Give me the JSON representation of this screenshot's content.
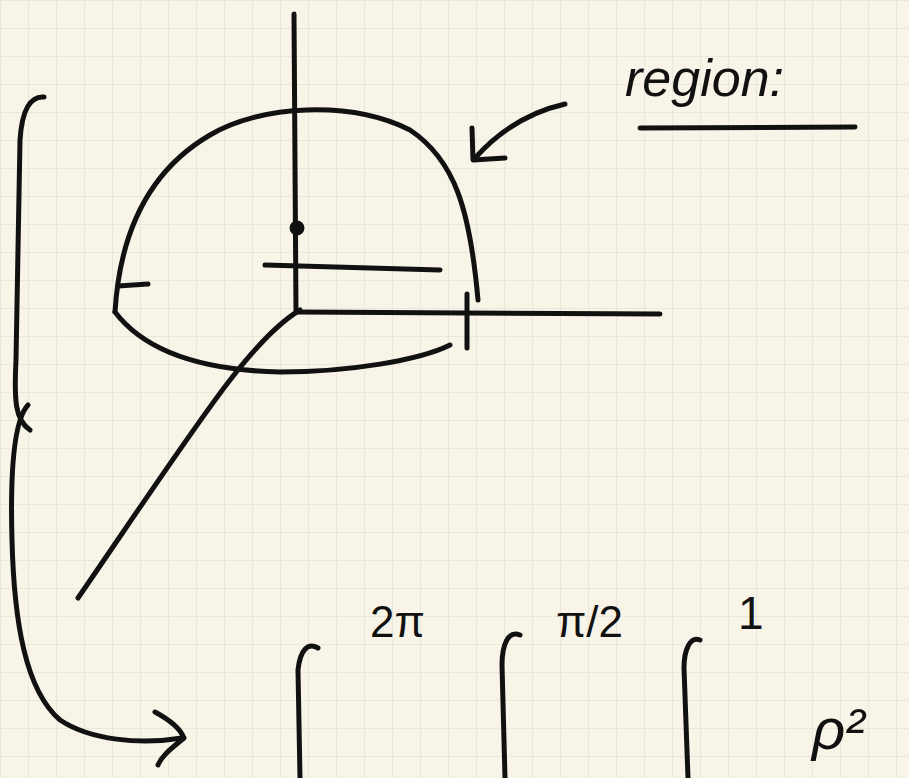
{
  "diagram": {
    "labels": [
      "region:",
      "2π",
      "π/2",
      "1",
      "ρ²"
    ]
  }
}
